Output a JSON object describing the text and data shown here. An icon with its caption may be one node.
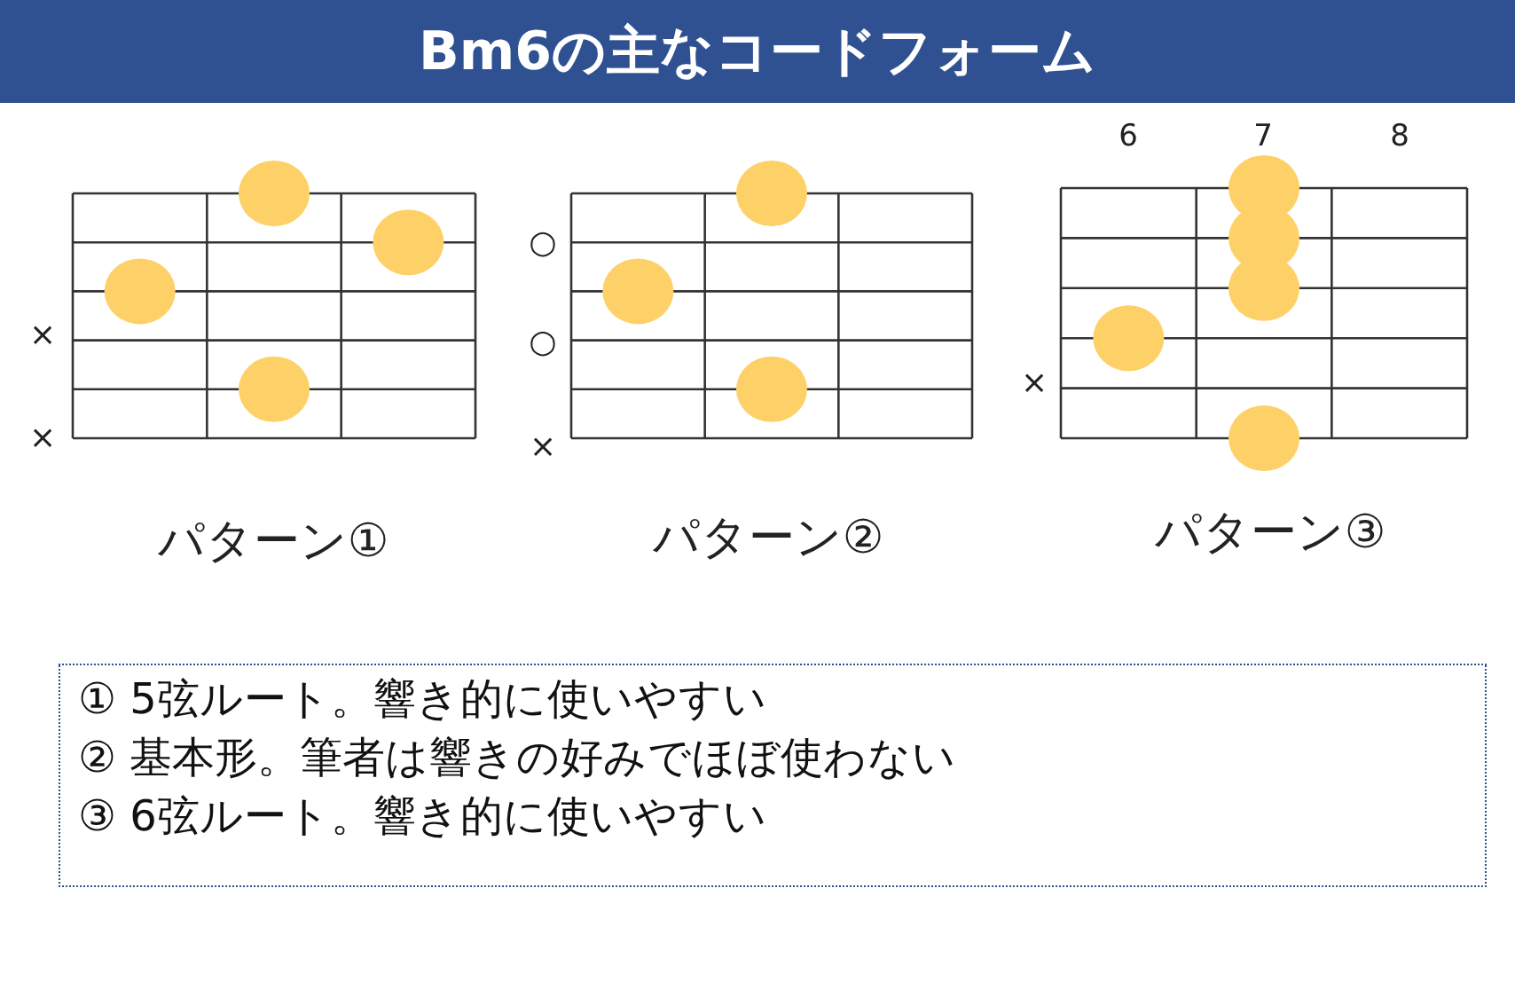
{
  "diagram": {
    "title": "Bm6の主なコードフォーム",
    "nodes": [
      {
        "text": [
          "① 5弦ルート。響き的に使いやすい",
          "② 基本形。筆者は響きの好みでほぼ使わない",
          "③ 6弦ルート。響き的に使いやすい"
        ]
      }
    ],
    "labels": [
      "×",
      "×",
      "パターン①",
      "○",
      "○",
      "×",
      "パターン②",
      "6",
      "7",
      "8",
      "×",
      "パターン③"
    ]
  }
}
